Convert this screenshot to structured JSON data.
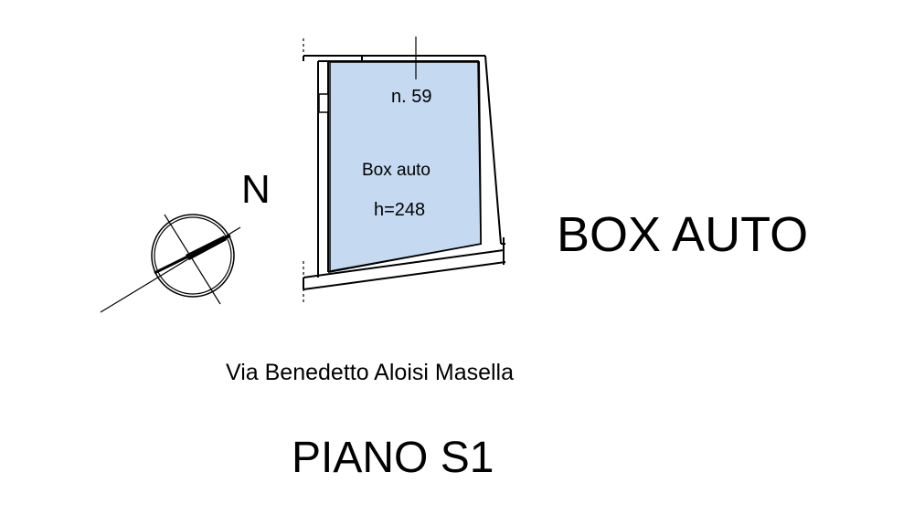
{
  "plan": {
    "unit_number": "n. 59",
    "room_name": "Box auto",
    "room_height": "h=248",
    "fill_color": "#c5d9f1",
    "line_color": "#000000"
  },
  "north_label": "N",
  "title": "BOX AUTO",
  "street": "Via Benedetto Aloisi Masella",
  "floor": "PIANO S1"
}
